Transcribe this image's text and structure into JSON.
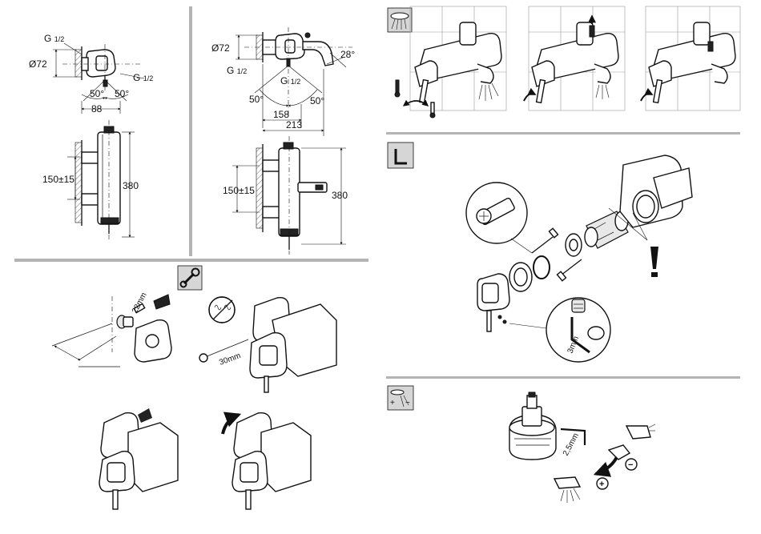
{
  "dimensions": {
    "shower_thread_top": "G",
    "shower_thread_top_fraction": "1/2",
    "shower_diameter": "Ø72",
    "shower_thread_side": "G",
    "shower_thread_side_fraction": "1/2",
    "shower_angle_left": "50°",
    "shower_angle_right": "50°",
    "shower_depth": "88",
    "shower_spacing": "150±15",
    "shower_height": "380",
    "bath_diameter": "Ø72",
    "bath_thread_left": "G",
    "bath_thread_left_fraction": "1/2",
    "bath_thread_center": "G",
    "bath_thread_center_fraction": "1/2",
    "bath_spout_angle": "28°",
    "bath_angle_left": "50°",
    "bath_angle_right": "50°",
    "bath_depth_inner": "158",
    "bath_depth_outer": "213",
    "bath_spacing": "150±15",
    "bath_height": "380"
  },
  "install": {
    "wrench_size_small": "22mm",
    "wrench_size_large": "30mm"
  },
  "cartridge": {
    "hex_key_size": "3mm"
  },
  "adjust": {
    "hex_key_size": "2,5mm",
    "minus_label": "−",
    "plus_label": "+"
  },
  "icons": {
    "shower_icon": "shower-spray-icon",
    "hex_key_icon": "hex-key-icon",
    "wrench_icon": "wrench-icon",
    "no_water_icon": "no-water-icon",
    "temperature_adjust_icon": "temperature-adjust-icon"
  }
}
